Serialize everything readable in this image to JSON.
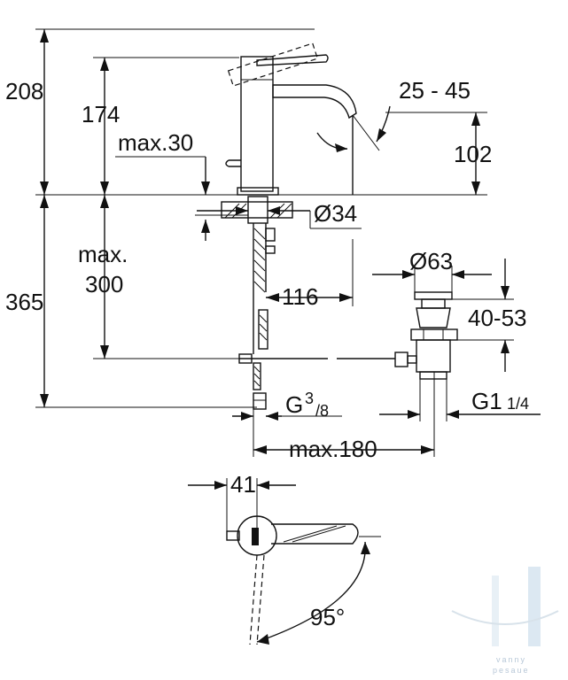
{
  "dimensions": {
    "height_total": "208",
    "height_spout": "174",
    "deck_thickness": "max.30",
    "spout_angle": "25 - 45",
    "spout_height": "102",
    "hole_diameter": "Ø34",
    "below_deck": "365",
    "hose_length_a": "max.",
    "hose_length_b": "300",
    "reach": "116",
    "waste_diameter": "Ø63",
    "waste_height": "40-53",
    "connection_g": "G",
    "connection_num": "3",
    "connection_den": "/8",
    "waste_thread_g": "G1",
    "waste_thread_frac": "1/4",
    "waste_distance": "max.180",
    "lever_offset": "41",
    "rotation_angle": "95°"
  },
  "watermark": {
    "line1": "vanny",
    "line2": "pesaue"
  },
  "colors": {
    "line": "#111111",
    "background": "#ffffff",
    "watermark": "#b8c8d8"
  }
}
